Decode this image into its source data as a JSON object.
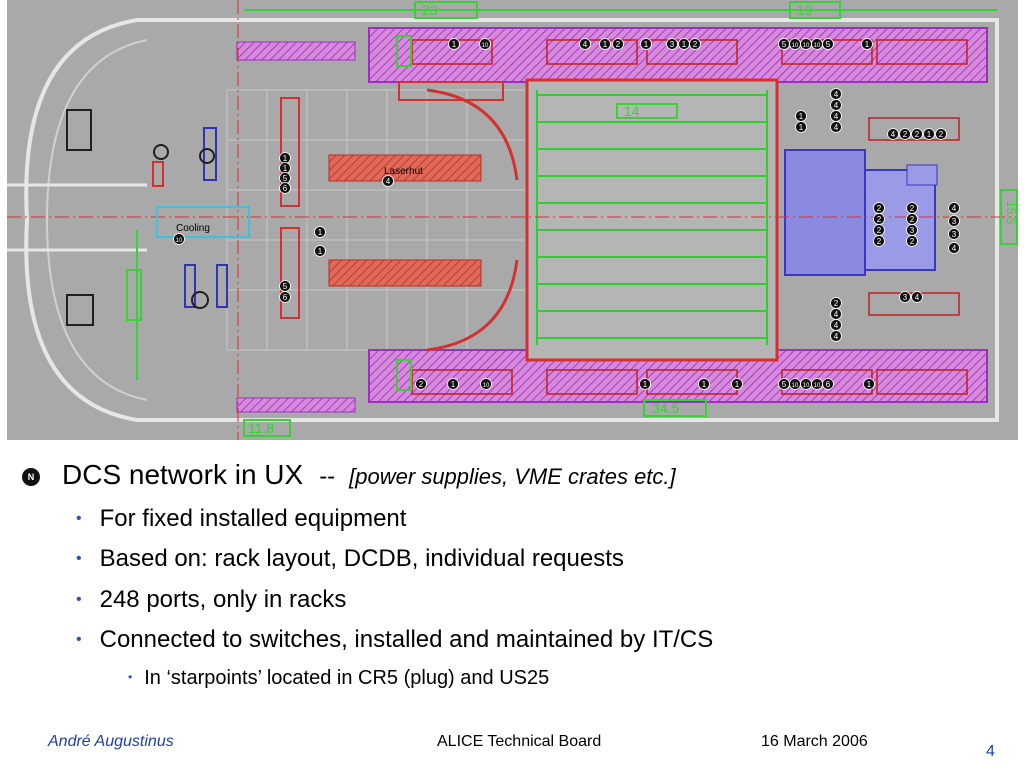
{
  "plan": {
    "dimensions": [
      "23",
      "19",
      "14",
      "15.5",
      "34.5",
      "11.8"
    ],
    "labels": {
      "laserhut": "Laserhut",
      "cooling": "Cooling"
    },
    "markers_top": [
      "1",
      "10",
      "4",
      "1",
      "2",
      "1",
      "3",
      "1",
      "2",
      "5",
      "10",
      "10",
      "10",
      "5",
      "1"
    ],
    "markers_bottom": [
      "2",
      "1",
      "10",
      "1",
      "1",
      "1",
      "5",
      "10",
      "10",
      "10",
      "6",
      "1"
    ],
    "markers_left": [
      "1",
      "1",
      "5",
      "6",
      "1",
      "1",
      "5",
      "6",
      "10",
      "4"
    ],
    "markers_right": [
      "4",
      "4",
      "1",
      "4",
      "1",
      "4",
      "4",
      "2",
      "2",
      "1",
      "2",
      "2",
      "2",
      "2",
      "2",
      "2",
      "2",
      "3",
      "2",
      "3",
      "3",
      "4",
      "3",
      "4",
      "2",
      "4",
      "4",
      "4",
      "4"
    ]
  },
  "slide": {
    "main_bullet_icon": "N",
    "main_text": "DCS network in UX",
    "main_sep": "--",
    "main_italic": "[power supplies, VME crates etc.]",
    "sub_bullets": [
      "For fixed installed equipment",
      "Based on: rack layout, DCDB, individual requests",
      "248 ports, only in racks",
      "Connected to switches, installed and maintained by IT/CS"
    ],
    "subsub_bullet": "In ‘starpoints’ located in CR5 (plug) and US25"
  },
  "footer": {
    "author": "André Augustinus",
    "title": "ALICE Technical Board",
    "date": "16 March 2006",
    "page": "4"
  }
}
